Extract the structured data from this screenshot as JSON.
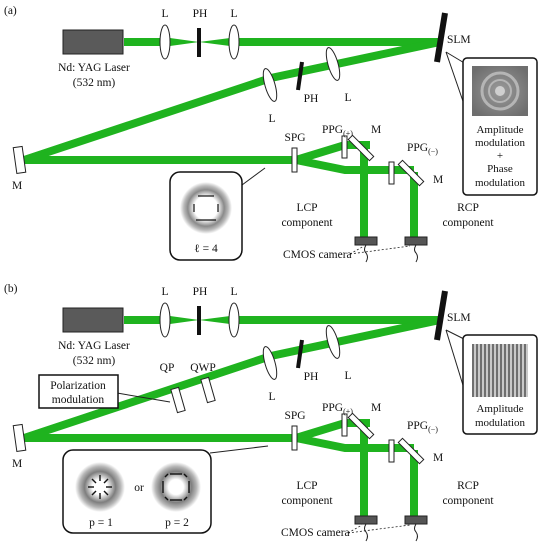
{
  "panels": [
    {
      "tag": "(a)",
      "laser": {
        "line1": "Nd: YAG Laser",
        "line2": "(532 nm)"
      },
      "lens_label": "L",
      "pinhole_label": "PH",
      "slm_label": "SLM",
      "mirror_label": "M",
      "spg_label": "SPG",
      "ppg_plus": {
        "base": "PPG",
        "sub": "(+)"
      },
      "ppg_minus": {
        "base": "PPG",
        "sub": "(−)"
      },
      "lcp": {
        "line1": "LCP",
        "line2": "component"
      },
      "rcp": {
        "line1": "RCP",
        "line2": "component"
      },
      "camera_label": "CMOS camera",
      "slm_box": {
        "lines": [
          "Amplitude",
          "modulation",
          "+",
          "Phase",
          "modulation"
        ]
      },
      "inset": {
        "text": "ℓ = 4"
      }
    },
    {
      "tag": "(b)",
      "laser": {
        "line1": "Nd: YAG Laser",
        "line2": "(532 nm)"
      },
      "lens_label": "L",
      "pinhole_label": "PH",
      "slm_label": "SLM",
      "mirror_label": "M",
      "spg_label": "SPG",
      "ppg_plus": {
        "base": "PPG",
        "sub": "(+)"
      },
      "ppg_minus": {
        "base": "PPG",
        "sub": "(−)"
      },
      "lcp": {
        "line1": "LCP",
        "line2": "component"
      },
      "rcp": {
        "line1": "RCP",
        "line2": "component"
      },
      "camera_label": "CMOS camera",
      "slm_box": {
        "lines": [
          "Amplitude",
          "modulation"
        ]
      },
      "qp_label": "QP",
      "qwp_label": "QWP",
      "polarization_box": {
        "line1": "Polarization",
        "line2": "modulation"
      },
      "inset": {
        "p1": "p = 1",
        "p2": "p = 2",
        "or": "or"
      }
    }
  ],
  "colors": {
    "beam": "#1fb31f",
    "laser_body": "#5a5a5a",
    "camera": "#555555"
  }
}
